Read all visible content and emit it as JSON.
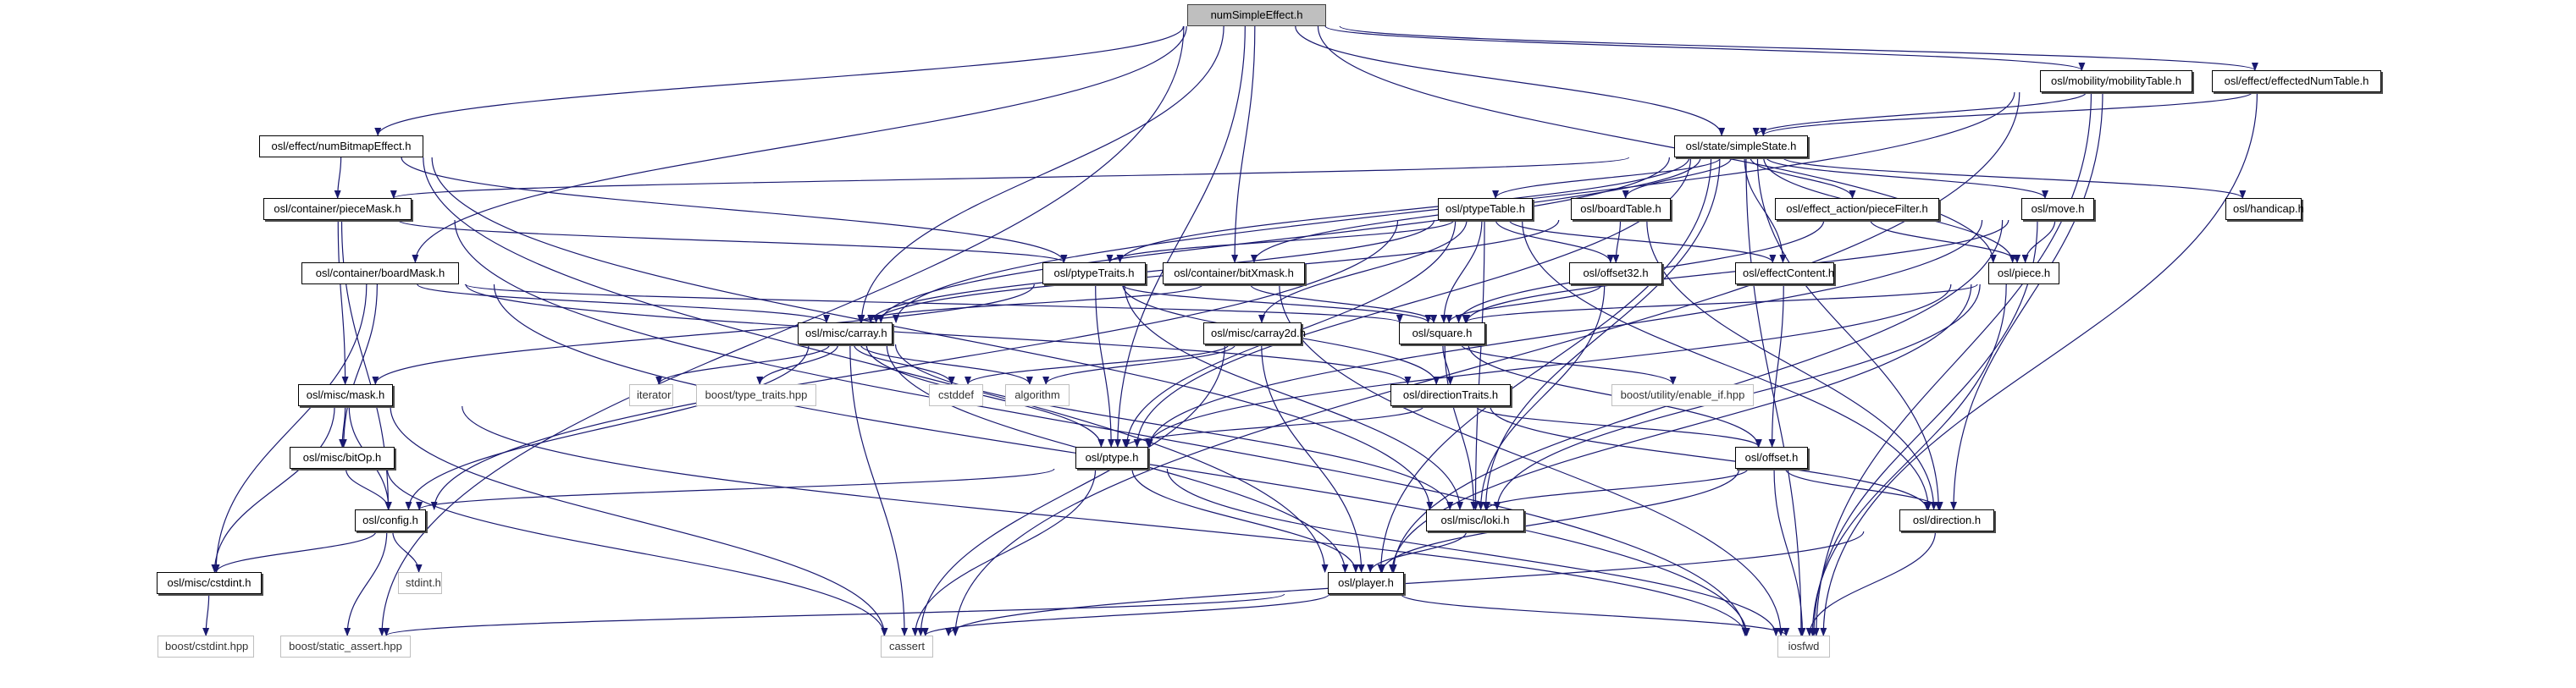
{
  "graph": {
    "root": "numSimpleEffect.h",
    "edge_color": "#191970",
    "root_fill": "#bfbfbf",
    "external_border": "#bfbfbf",
    "nodes": [
      {
        "id": "root",
        "label": "numSimpleEffect.h",
        "kind": "root"
      },
      {
        "id": "mobilityTable",
        "label": "osl/mobility/mobilityTable.h",
        "kind": "file"
      },
      {
        "id": "effectedNumTable",
        "label": "osl/effect/effectedNumTable.h",
        "kind": "file"
      },
      {
        "id": "numBitmapEffect",
        "label": "osl/effect/numBitmapEffect.h",
        "kind": "file"
      },
      {
        "id": "simpleState",
        "label": "osl/state/simpleState.h",
        "kind": "file"
      },
      {
        "id": "pieceMask",
        "label": "osl/container/pieceMask.h",
        "kind": "file"
      },
      {
        "id": "ptypeTable",
        "label": "osl/ptypeTable.h",
        "kind": "file"
      },
      {
        "id": "boardTable",
        "label": "osl/boardTable.h",
        "kind": "file"
      },
      {
        "id": "pieceFilter",
        "label": "osl/effect_action/pieceFilter.h",
        "kind": "file"
      },
      {
        "id": "move",
        "label": "osl/move.h",
        "kind": "file"
      },
      {
        "id": "handicap",
        "label": "osl/handicap.h",
        "kind": "file"
      },
      {
        "id": "boardMask",
        "label": "osl/container/boardMask.h",
        "kind": "file"
      },
      {
        "id": "ptypeTraits",
        "label": "osl/ptypeTraits.h",
        "kind": "file"
      },
      {
        "id": "bitXmask",
        "label": "osl/container/bitXmask.h",
        "kind": "file"
      },
      {
        "id": "offset32",
        "label": "osl/offset32.h",
        "kind": "file"
      },
      {
        "id": "effectContent",
        "label": "osl/effectContent.h",
        "kind": "file"
      },
      {
        "id": "piece",
        "label": "osl/piece.h",
        "kind": "file"
      },
      {
        "id": "carray",
        "label": "osl/misc/carray.h",
        "kind": "file"
      },
      {
        "id": "carray2d",
        "label": "osl/misc/carray2d.h",
        "kind": "file"
      },
      {
        "id": "square",
        "label": "osl/square.h",
        "kind": "file"
      },
      {
        "id": "mask",
        "label": "osl/misc/mask.h",
        "kind": "file"
      },
      {
        "id": "iterator",
        "label": "iterator",
        "kind": "external"
      },
      {
        "id": "type_traits",
        "label": "boost/type_traits.hpp",
        "kind": "external"
      },
      {
        "id": "cstddef",
        "label": "cstddef",
        "kind": "external"
      },
      {
        "id": "algorithm",
        "label": "algorithm",
        "kind": "external"
      },
      {
        "id": "directionTraits",
        "label": "osl/directionTraits.h",
        "kind": "file"
      },
      {
        "id": "enable_if",
        "label": "boost/utility/enable_if.hpp",
        "kind": "external"
      },
      {
        "id": "bitOp",
        "label": "osl/misc/bitOp.h",
        "kind": "file"
      },
      {
        "id": "ptype",
        "label": "osl/ptype.h",
        "kind": "file"
      },
      {
        "id": "offset",
        "label": "osl/offset.h",
        "kind": "file"
      },
      {
        "id": "config",
        "label": "osl/config.h",
        "kind": "file"
      },
      {
        "id": "loki",
        "label": "osl/misc/loki.h",
        "kind": "file"
      },
      {
        "id": "direction",
        "label": "osl/direction.h",
        "kind": "file"
      },
      {
        "id": "cstdint",
        "label": "osl/misc/cstdint.h",
        "kind": "file"
      },
      {
        "id": "stdint",
        "label": "stdint.h",
        "kind": "external"
      },
      {
        "id": "player",
        "label": "osl/player.h",
        "kind": "file"
      },
      {
        "id": "boost_cstdint",
        "label": "boost/cstdint.hpp",
        "kind": "external"
      },
      {
        "id": "static_assert",
        "label": "boost/static_assert.hpp",
        "kind": "external"
      },
      {
        "id": "cassert",
        "label": "cassert",
        "kind": "external"
      },
      {
        "id": "iosfwd",
        "label": "iosfwd",
        "kind": "external"
      }
    ],
    "edges": [
      [
        "root",
        "mobilityTable"
      ],
      [
        "root",
        "effectedNumTable"
      ],
      [
        "root",
        "numBitmapEffect"
      ],
      [
        "root",
        "simpleState"
      ],
      [
        "root",
        "boardMask"
      ],
      [
        "root",
        "bitXmask"
      ],
      [
        "root",
        "carray"
      ],
      [
        "root",
        "piece"
      ],
      [
        "root",
        "static_assert"
      ],
      [
        "root",
        "ptype"
      ],
      [
        "mobilityTable",
        "simpleState"
      ],
      [
        "mobilityTable",
        "carray"
      ],
      [
        "mobilityTable",
        "direction"
      ],
      [
        "mobilityTable",
        "iosfwd"
      ],
      [
        "mobilityTable",
        "cassert"
      ],
      [
        "effectedNumTable",
        "simpleState"
      ],
      [
        "effectedNumTable",
        "iosfwd"
      ],
      [
        "numBitmapEffect",
        "pieceMask"
      ],
      [
        "numBitmapEffect",
        "ptypeTraits"
      ],
      [
        "numBitmapEffect",
        "player"
      ],
      [
        "numBitmapEffect",
        "loki"
      ],
      [
        "simpleState",
        "pieceMask"
      ],
      [
        "simpleState",
        "ptypeTable"
      ],
      [
        "simpleState",
        "boardTable"
      ],
      [
        "simpleState",
        "pieceFilter"
      ],
      [
        "simpleState",
        "move"
      ],
      [
        "simpleState",
        "handicap"
      ],
      [
        "simpleState",
        "ptypeTraits"
      ],
      [
        "simpleState",
        "bitXmask"
      ],
      [
        "simpleState",
        "effectContent"
      ],
      [
        "simpleState",
        "piece"
      ],
      [
        "simpleState",
        "carray"
      ],
      [
        "simpleState",
        "loki"
      ],
      [
        "simpleState",
        "ptype"
      ],
      [
        "simpleState",
        "direction"
      ],
      [
        "simpleState",
        "player"
      ],
      [
        "simpleState",
        "iosfwd"
      ],
      [
        "pieceMask",
        "ptypeTraits"
      ],
      [
        "pieceMask",
        "mask"
      ],
      [
        "pieceMask",
        "config"
      ],
      [
        "pieceMask",
        "iosfwd"
      ],
      [
        "ptypeTable",
        "ptypeTraits"
      ],
      [
        "ptypeTable",
        "offset32"
      ],
      [
        "ptypeTable",
        "effectContent"
      ],
      [
        "ptypeTable",
        "carray"
      ],
      [
        "ptypeTable",
        "carray2d"
      ],
      [
        "ptypeTable",
        "square"
      ],
      [
        "ptypeTable",
        "ptype"
      ],
      [
        "ptypeTable",
        "direction"
      ],
      [
        "ptypeTable",
        "config"
      ],
      [
        "ptypeTable",
        "loki"
      ],
      [
        "boardTable",
        "offset32"
      ],
      [
        "boardTable",
        "carray"
      ],
      [
        "boardTable",
        "direction"
      ],
      [
        "pieceFilter",
        "piece"
      ],
      [
        "pieceFilter",
        "square"
      ],
      [
        "move",
        "piece"
      ],
      [
        "move",
        "square"
      ],
      [
        "move",
        "ptype"
      ],
      [
        "move",
        "player"
      ],
      [
        "move",
        "iosfwd"
      ],
      [
        "boardMask",
        "carray"
      ],
      [
        "boardMask",
        "square"
      ],
      [
        "boardMask",
        "bitOp"
      ],
      [
        "boardMask",
        "cstdint"
      ],
      [
        "boardMask",
        "iosfwd"
      ],
      [
        "boardMask",
        "directionTraits"
      ],
      [
        "ptypeTraits",
        "ptype"
      ],
      [
        "ptypeTraits",
        "square"
      ],
      [
        "ptypeTraits",
        "directionTraits"
      ],
      [
        "ptypeTraits",
        "loki"
      ],
      [
        "ptypeTraits",
        "mask"
      ],
      [
        "bitXmask",
        "carray"
      ],
      [
        "bitXmask",
        "square"
      ],
      [
        "bitXmask",
        "iosfwd"
      ],
      [
        "offset32",
        "square"
      ],
      [
        "offset32",
        "loki"
      ],
      [
        "effectContent",
        "offset"
      ],
      [
        "piece",
        "square"
      ],
      [
        "piece",
        "ptype"
      ],
      [
        "piece",
        "player"
      ],
      [
        "piece",
        "loki"
      ],
      [
        "piece",
        "iosfwd"
      ],
      [
        "carray",
        "iterator"
      ],
      [
        "carray",
        "type_traits"
      ],
      [
        "carray",
        "cstddef"
      ],
      [
        "carray",
        "algorithm"
      ],
      [
        "carray",
        "ptype"
      ],
      [
        "carray",
        "config"
      ],
      [
        "carray",
        "player"
      ],
      [
        "carray",
        "cassert"
      ],
      [
        "carray",
        "loki"
      ],
      [
        "carray2d",
        "cstddef"
      ],
      [
        "carray2d",
        "algorithm"
      ],
      [
        "carray2d",
        "player"
      ],
      [
        "carray2d",
        "cassert"
      ],
      [
        "square",
        "directionTraits"
      ],
      [
        "square",
        "enable_if"
      ],
      [
        "square",
        "offset"
      ],
      [
        "square",
        "loki"
      ],
      [
        "mask",
        "bitOp"
      ],
      [
        "mask",
        "config"
      ],
      [
        "mask",
        "cstdint"
      ],
      [
        "mask",
        "iosfwd"
      ],
      [
        "mask",
        "cassert"
      ],
      [
        "directionTraits",
        "offset"
      ],
      [
        "directionTraits",
        "ptype"
      ],
      [
        "directionTraits",
        "direction"
      ],
      [
        "bitOp",
        "config"
      ],
      [
        "bitOp",
        "cassert"
      ],
      [
        "ptype",
        "config"
      ],
      [
        "ptype",
        "player"
      ],
      [
        "ptype",
        "cassert"
      ],
      [
        "ptype",
        "iosfwd"
      ],
      [
        "offset",
        "loki"
      ],
      [
        "offset",
        "direction"
      ],
      [
        "offset",
        "player"
      ],
      [
        "offset",
        "iosfwd"
      ],
      [
        "config",
        "cstdint"
      ],
      [
        "config",
        "stdint"
      ],
      [
        "config",
        "static_assert"
      ],
      [
        "loki",
        "player"
      ],
      [
        "direction",
        "iosfwd"
      ],
      [
        "direction",
        "cassert"
      ],
      [
        "cstdint",
        "boost_cstdint"
      ],
      [
        "player",
        "static_assert"
      ],
      [
        "player",
        "cassert"
      ],
      [
        "player",
        "iosfwd"
      ]
    ]
  }
}
